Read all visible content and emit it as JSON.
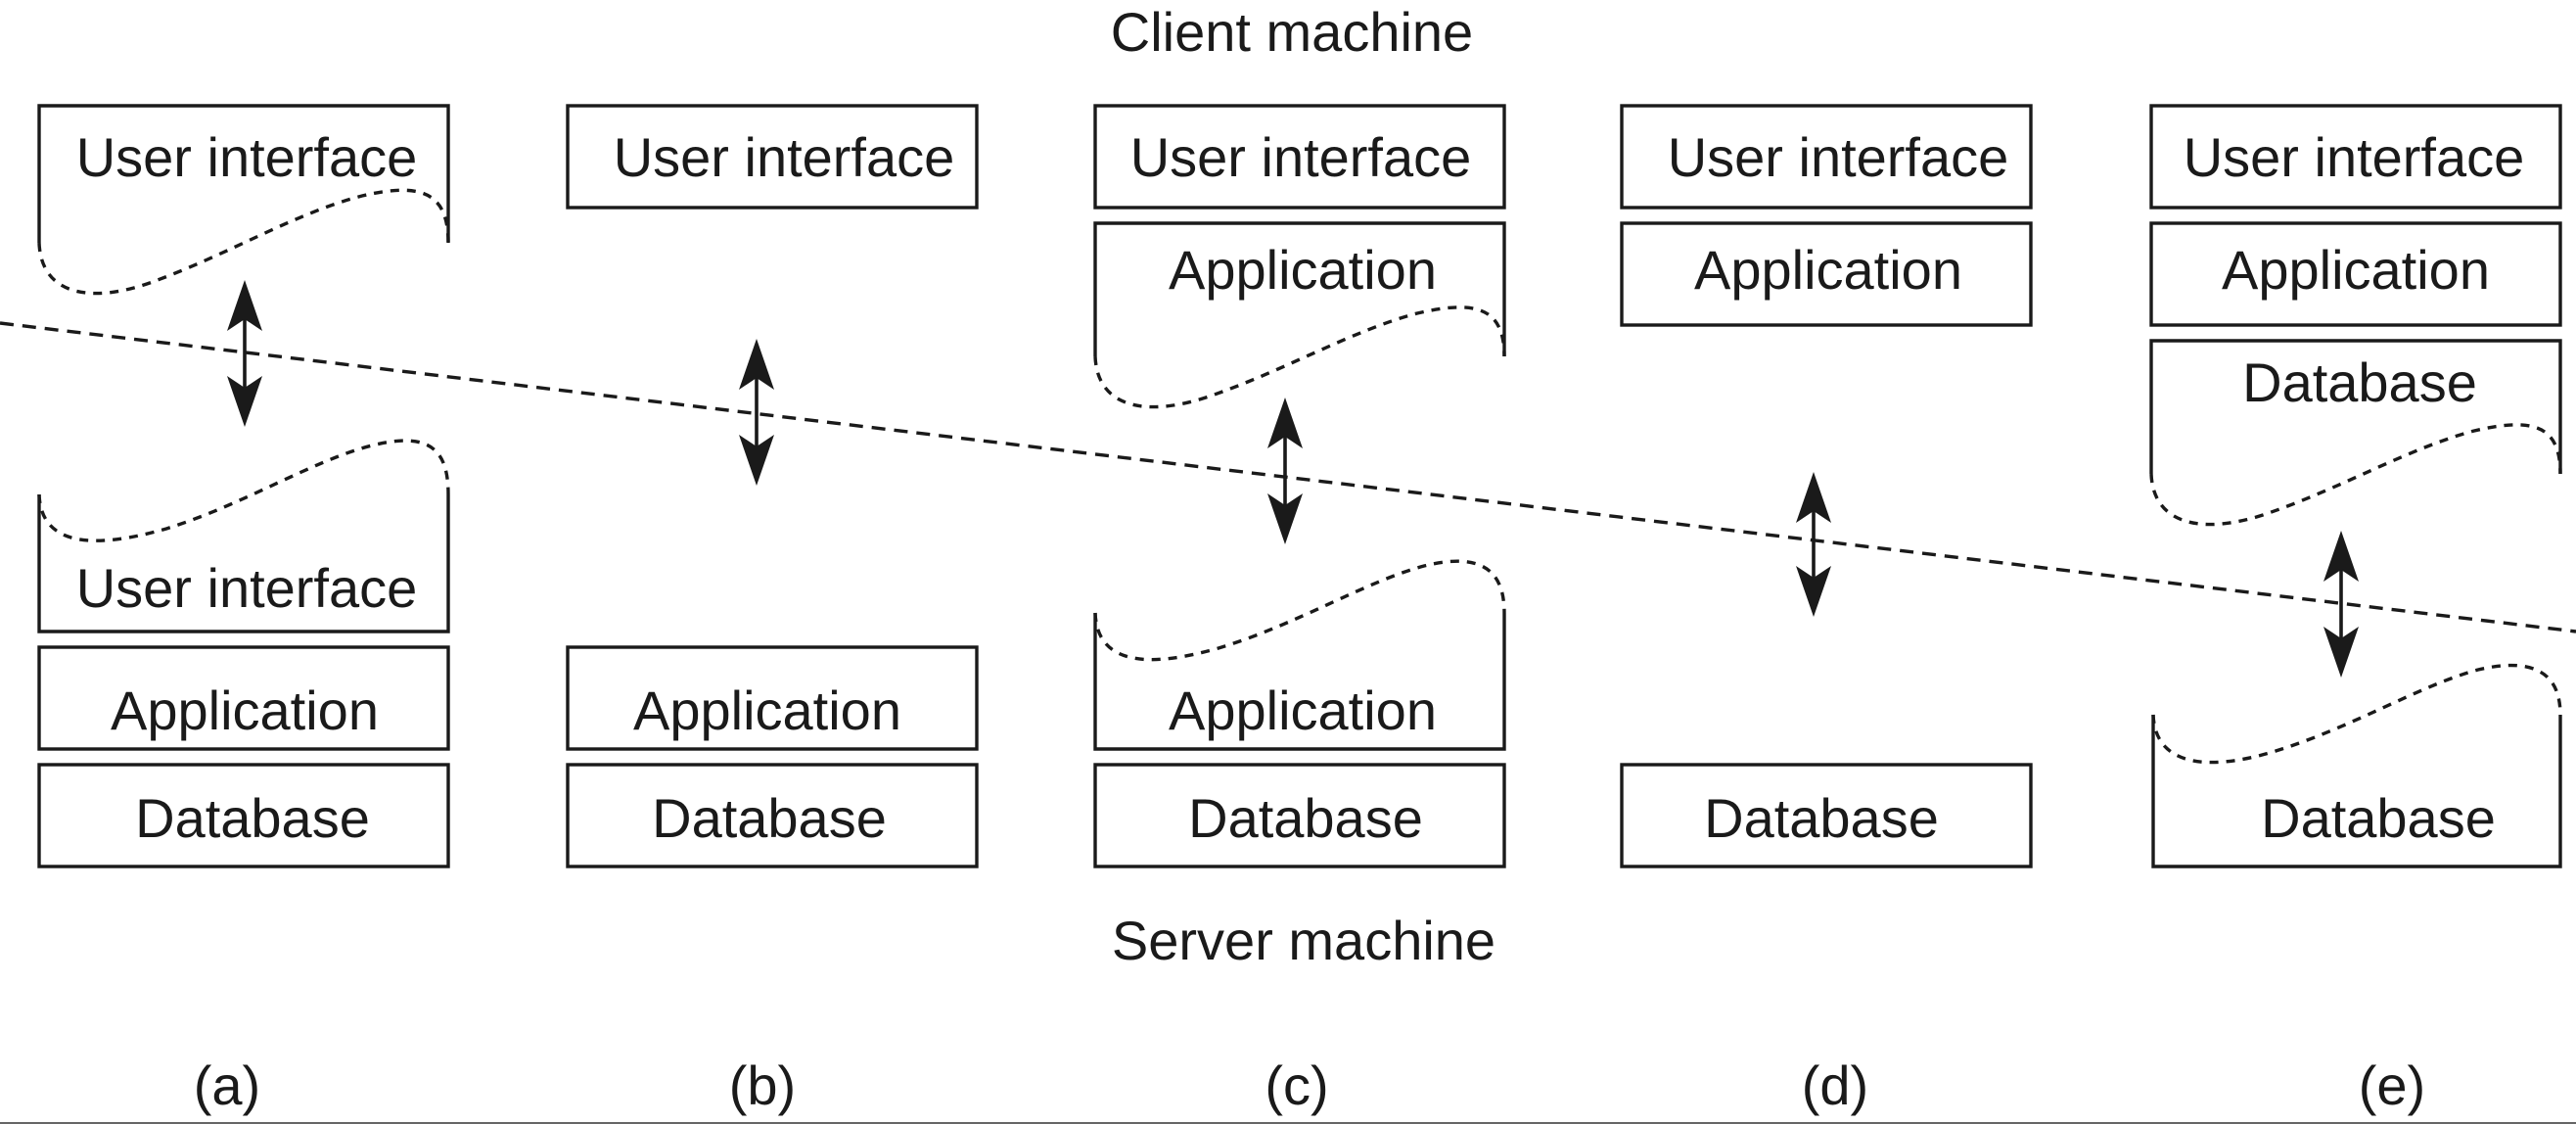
{
  "title_top": "Client machine",
  "title_bottom": "Server machine",
  "columns": [
    {
      "caption": "(a)",
      "client_boxes": [
        "User interface"
      ],
      "server_boxes": [
        "User interface",
        "Application",
        "Database"
      ]
    },
    {
      "caption": "(b)",
      "client_boxes": [
        "User interface"
      ],
      "server_boxes": [
        "Application",
        "Database"
      ]
    },
    {
      "caption": "(c)",
      "client_boxes": [
        "User interface",
        "Application"
      ],
      "server_boxes": [
        "Application",
        "Database"
      ]
    },
    {
      "caption": "(d)",
      "client_boxes": [
        "User interface",
        "Application"
      ],
      "server_boxes": [
        "Database"
      ]
    },
    {
      "caption": "(e)",
      "client_boxes": [
        "User interface",
        "Application",
        "Database"
      ],
      "server_boxes": [
        "Database"
      ]
    }
  ]
}
